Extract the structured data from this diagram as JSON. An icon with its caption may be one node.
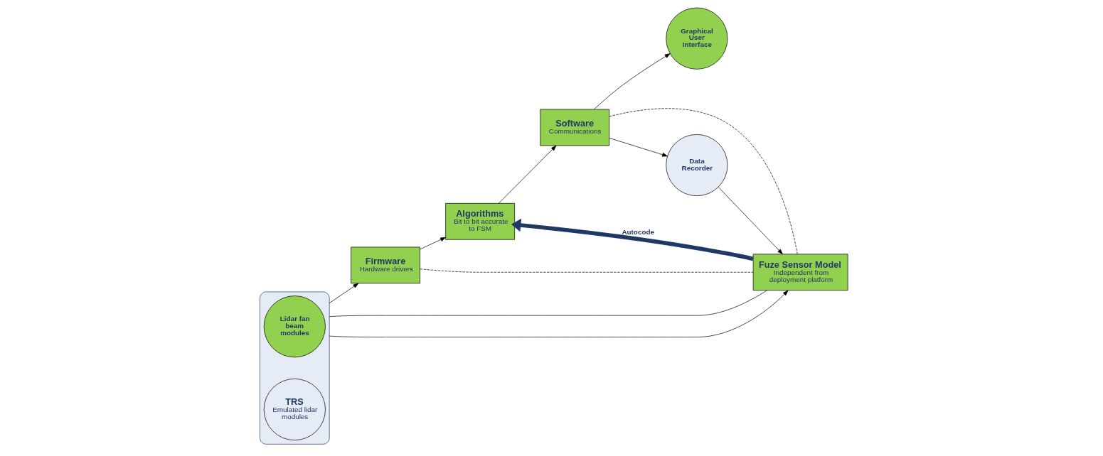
{
  "diagram": {
    "nodes": [
      {
        "text": [],
        "shape": "box"
      },
      {
        "text": [
          "Lidar fan beam modules"
        ],
        "in": 0
      },
      {
        "text": [
          "TRS",
          "Emulated lidar modules"
        ],
        "in": 0
      },
      {
        "text": [
          "Firmware",
          "Hardware drivers"
        ]
      },
      {
        "text": [
          "Algorithms",
          "Bit to bit accurate to FSM"
        ]
      },
      {
        "text": [
          "Software",
          "Communications"
        ]
      },
      {
        "text": [
          "Graphical User Interface"
        ]
      },
      {
        "text": [
          "Fuze Sensor Model",
          "Independent from deployment platform"
        ]
      },
      {
        "text": [
          "Data Recorder"
        ]
      }
    ],
    "edges": [
      {
        "from": 0,
        "to": 3,
        "arrow": "to"
      },
      {
        "from": 0,
        "to": 7,
        "arrow": "to"
      },
      {
        "from": 3,
        "to": 4,
        "arrow": "to"
      },
      {
        "from": 4,
        "to": 5,
        "arrow": "to"
      },
      {
        "from": 5,
        "to": 6,
        "arrow": "to"
      },
      {
        "from": 5,
        "to": 8,
        "arrow": "to"
      },
      {
        "from": 8,
        "to": 7,
        "arrow": "to"
      },
      {
        "from": 7,
        "to": 4,
        "arrow": "to",
        "label": "Autocode",
        "style": "thick",
        "color": "#1f3864"
      },
      {
        "from": 0,
        "to": 7,
        "arrow": "none"
      },
      {
        "from": 3,
        "to": 7,
        "arrow": "none",
        "style": "dashed"
      },
      {
        "from": 5,
        "to": 7,
        "arrow": "none",
        "style": "dashed"
      }
    ]
  }
}
